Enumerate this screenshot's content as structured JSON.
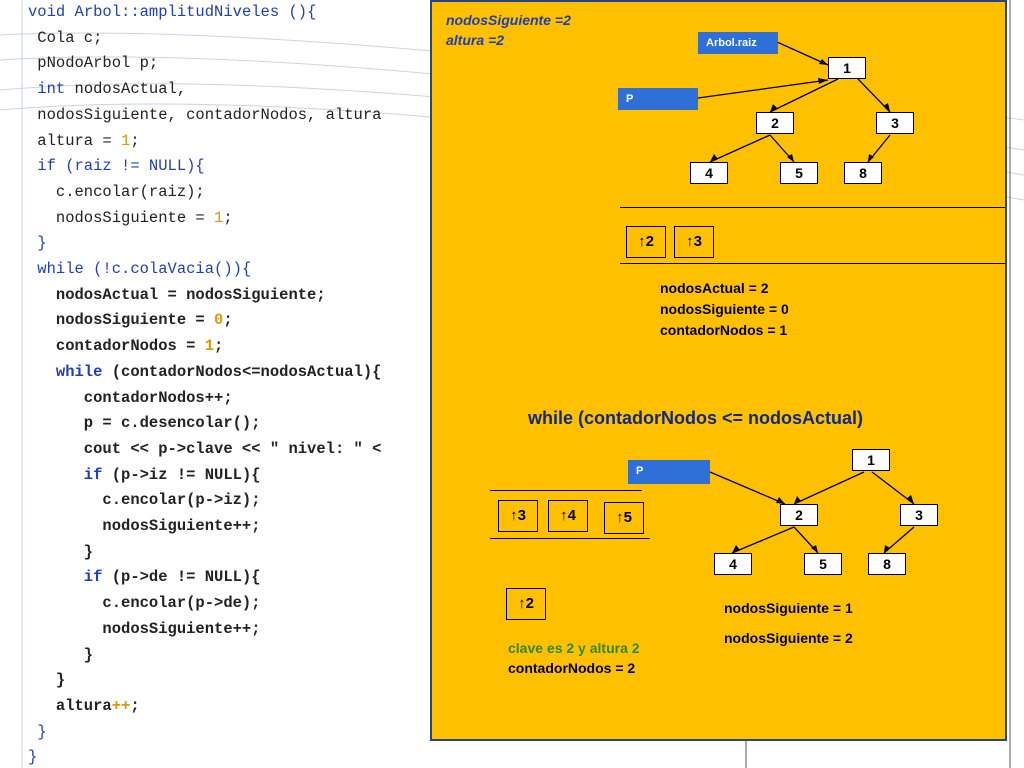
{
  "code": [
    [
      [
        "k",
        "void "
      ],
      [
        "t",
        "Arbol::amplitudNiveles ()"
      ],
      [
        "t",
        "{"
      ]
    ],
    [
      [
        "c",
        " Cola c;"
      ]
    ],
    [
      [
        "c",
        " pNodoArbol p;"
      ]
    ],
    [
      [
        "k",
        " int"
      ],
      [
        "c",
        " nodosActual,"
      ]
    ],
    [
      [
        "c",
        " nodosSiguiente, contadorNodos, altura"
      ]
    ],
    [
      [
        "c",
        " altura = "
      ],
      [
        "n",
        "1"
      ],
      [
        "c",
        ";"
      ]
    ],
    [
      [
        "k",
        " if"
      ],
      [
        "t",
        " (raiz != NULL){"
      ]
    ],
    [
      [
        "c",
        "   c.encolar(raiz);"
      ]
    ],
    [
      [
        "c",
        "   nodosSiguiente = "
      ],
      [
        "n",
        "1"
      ],
      [
        "c",
        ";"
      ]
    ],
    [
      [
        "t",
        " }"
      ]
    ],
    [
      [
        "k",
        " while"
      ],
      [
        "t",
        " (!c.colaVacia()){"
      ]
    ],
    [
      [
        "cb",
        "   nodosActual = nodosSiguiente;"
      ]
    ],
    [
      [
        "cb",
        "   nodosSiguiente = "
      ],
      [
        "nb",
        "0"
      ],
      [
        "cb",
        ";"
      ]
    ],
    [
      [
        "cb",
        "   contadorNodos = "
      ],
      [
        "nb",
        "1"
      ],
      [
        "cb",
        ";"
      ]
    ],
    [
      [
        "kb",
        "   while"
      ],
      [
        "cb",
        " (contadorNodos<=nodosActual){"
      ]
    ],
    [
      [
        "cb",
        "      contadorNodos++;"
      ]
    ],
    [
      [
        "cb",
        "      p = c.desencolar();"
      ]
    ],
    [
      [
        "cb",
        "      cout << p->clave << \" nivel: \" <"
      ]
    ],
    [
      [
        "kb",
        "      if"
      ],
      [
        "cb",
        " (p->iz != NULL){"
      ]
    ],
    [
      [
        "cb",
        "        c.encolar(p->iz);"
      ]
    ],
    [
      [
        "cb",
        "        nodosSiguiente++;"
      ]
    ],
    [
      [
        "cb",
        "      }"
      ]
    ],
    [
      [
        "kb",
        "      if"
      ],
      [
        "cb",
        " (p->de != NULL){"
      ]
    ],
    [
      [
        "cb",
        "        c.encolar(p->de);"
      ]
    ],
    [
      [
        "cb",
        "        nodosSiguiente++;"
      ]
    ],
    [
      [
        "cb",
        "      }"
      ]
    ],
    [
      [
        "cb",
        "   }"
      ]
    ],
    [
      [
        "cb",
        "   altura"
      ],
      [
        "nb",
        "++"
      ],
      [
        "cb",
        ";"
      ]
    ],
    [
      [
        "t",
        " }"
      ]
    ],
    [
      [
        "t",
        "}"
      ]
    ]
  ],
  "panel": {
    "top_state": {
      "line1": "nodosSiguiente =2",
      "line2": "altura =2"
    },
    "arbol_raiz_label": "Arbol.raiz",
    "p_label_top": "P",
    "tree_top": [
      "1",
      "2",
      "3",
      "4",
      "5",
      "8"
    ],
    "queue_top": [
      "↑2",
      "↑3"
    ],
    "vars_top": [
      "nodosActual = 2",
      "nodosSiguiente = 0",
      "contadorNodos = 1"
    ],
    "while_title": "while (contadorNodos <= nodosActual)",
    "p_label_bottom": "P",
    "queue_bottom": [
      "↑3",
      "↑4",
      "↑5"
    ],
    "dequeued": "↑2",
    "tree_bottom": [
      "1",
      "2",
      "3",
      "4",
      "5",
      "8"
    ],
    "vars_bottom": [
      "nodosSiguiente = 1",
      "nodosSiguiente = 2"
    ],
    "status_line1": "clave es 2 y altura 2",
    "status_line2": "contadorNodos = 2"
  }
}
